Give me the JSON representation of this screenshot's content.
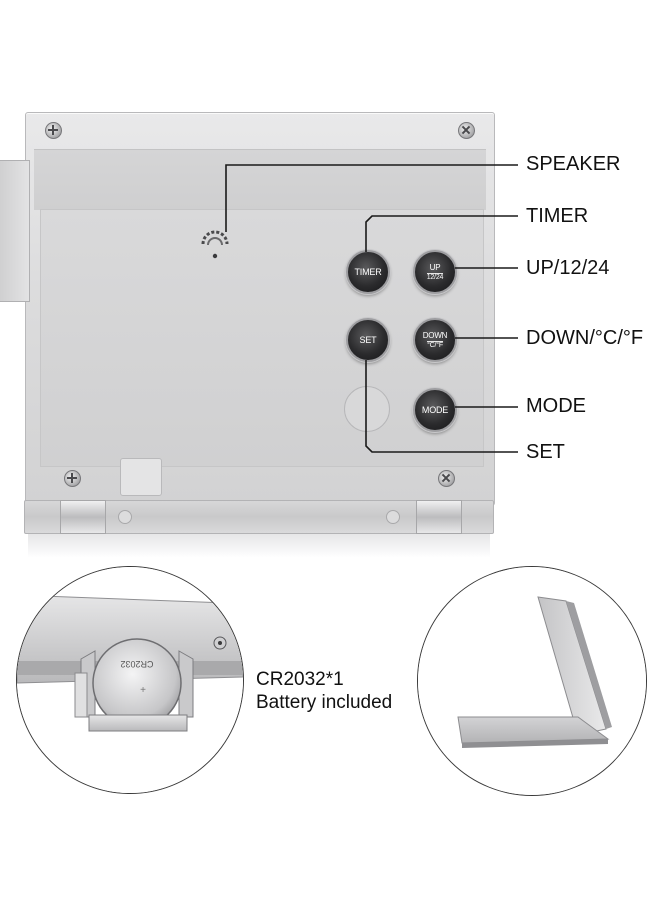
{
  "labels": {
    "speaker": "SPEAKER",
    "timer": "TIMER",
    "up": "UP/12/24",
    "down": "DOWN/°C/°F",
    "mode": "MODE",
    "set": "SET"
  },
  "buttons": {
    "timer": "TIMER",
    "up_top": "UP",
    "up_sub": "12/24",
    "set": "SET",
    "down_top": "DOWN",
    "down_sub": "°C/°F",
    "mode": "MODE"
  },
  "battery": {
    "line1": "CR2032*1",
    "line2": "Battery included",
    "coin_text": "CR2032"
  },
  "colors": {
    "device_silver": "#d8d8d9",
    "button_black": "#2b2b2d",
    "leader_line": "#1a1a1a"
  }
}
